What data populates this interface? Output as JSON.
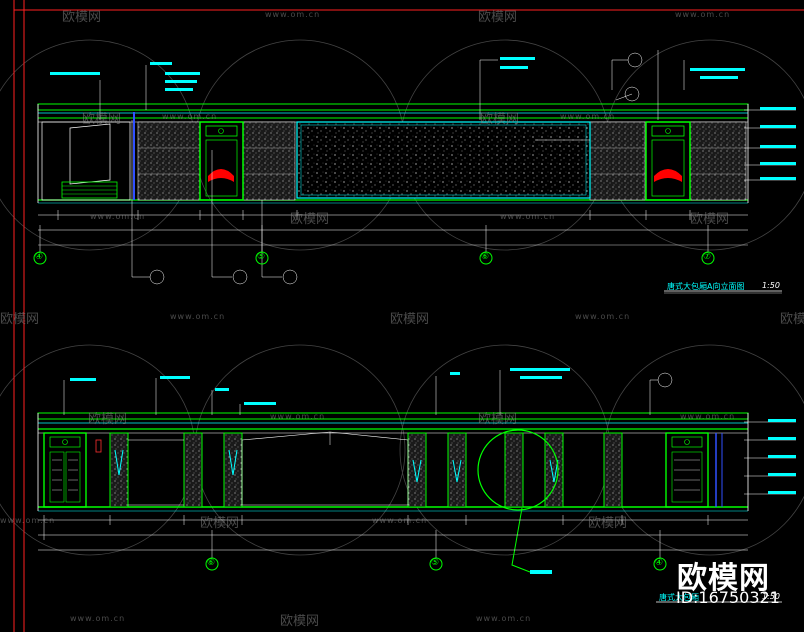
{
  "drawing": {
    "elevation_a_title": "唐式大包厢A向立面图",
    "elevation_a_scale": "1:50",
    "elevation_b_title": "唐式大包厢",
    "elevation_b_scale": "1:50",
    "grid_markers_top": [
      "④",
      "⑤",
      "⑥",
      "⑦"
    ],
    "grid_markers_bottom": [
      "⑥",
      "⑤",
      "④"
    ]
  },
  "watermark": {
    "brand": "欧模网",
    "url": "www.om.cn",
    "id_text": "ID:16750321"
  },
  "colors": {
    "background": "#000000",
    "frame_red": "#ff2020",
    "line_green": "#00ff00",
    "line_cyan": "#00ffff",
    "line_white": "#ffffff",
    "line_blue": "#3050ff",
    "door_red": "#ff0000"
  }
}
